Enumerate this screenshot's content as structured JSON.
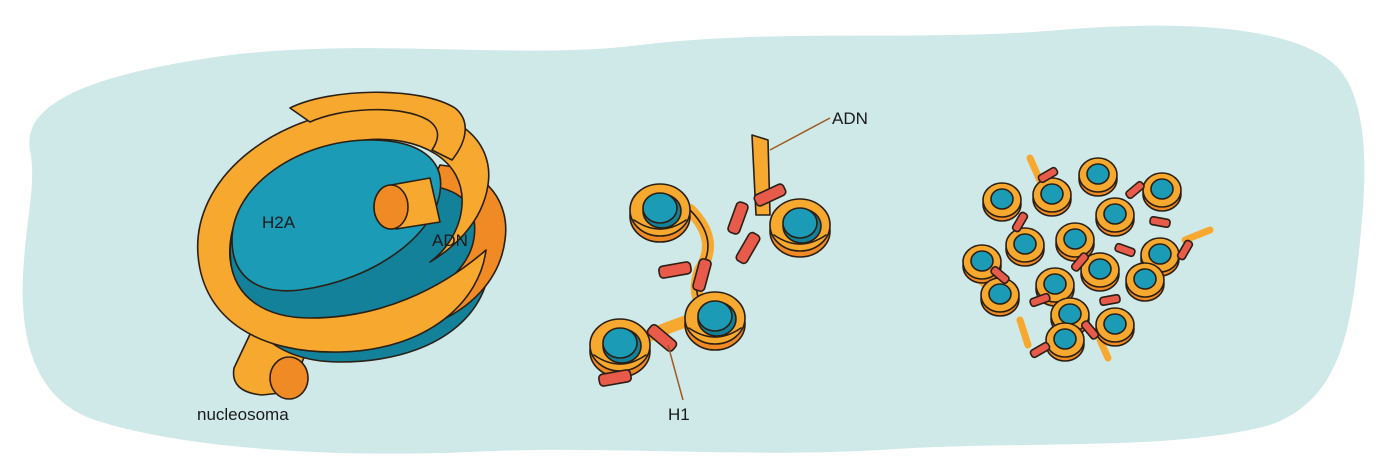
{
  "colors": {
    "background_blob": "#cfe8e8",
    "dna": "#f7a92f",
    "dna_shadow": "#f08a24",
    "histone_core": "#1b9bb5",
    "histone_core_shadow": "#14819a",
    "histone_h1": "#e85a4a",
    "outline": "#2a1f14",
    "leader_line": "#a0591f"
  },
  "panels": [
    {
      "id": "nucleosome",
      "labels": {
        "core": "H2A",
        "dna": "ADN",
        "particle": "nucleosoma"
      }
    },
    {
      "id": "chromatin-fiber",
      "labels": {
        "dna": "ADN",
        "linker_histone": "H1"
      }
    },
    {
      "id": "condensed-chromatin",
      "labels": {}
    }
  ]
}
